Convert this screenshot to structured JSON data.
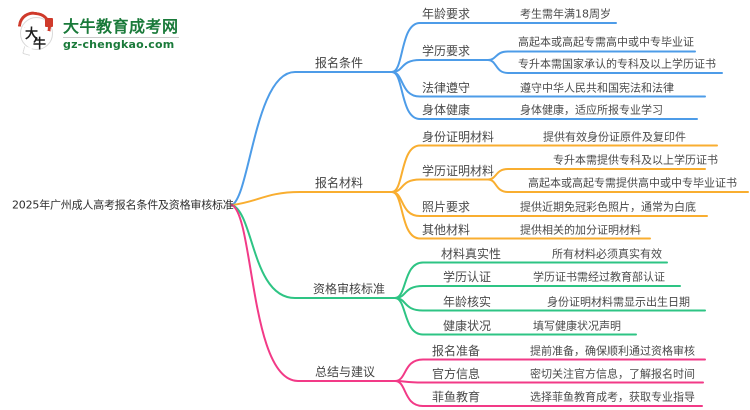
{
  "logo": {
    "title": "大牛教育成考网",
    "url": "gz-chengkao.com",
    "badge_char1": "大",
    "badge_char2": "牛"
  },
  "root": {
    "title": "2025年广州成人高考报名条件及资格审核标准"
  },
  "colors": {
    "blue": "#4d9ce8",
    "orange": "#f9ae30",
    "green": "#2ec484",
    "pink": "#f23a87",
    "brand": "#1a7a3a",
    "logo_red": "#cf3a2b"
  },
  "branches": [
    {
      "label": "报名条件",
      "color": "#4d9ce8",
      "children": [
        {
          "label": "年龄要求",
          "leaves": [
            "考生需年满18周岁"
          ]
        },
        {
          "label": "学历要求",
          "leaves": [
            "高起本或高起专需高中或中专毕业证",
            "专升本需国家承认的专科及以上学历证书"
          ]
        },
        {
          "label": "法律遵守",
          "leaves": [
            "遵守中华人民共和国宪法和法律"
          ]
        },
        {
          "label": "身体健康",
          "leaves": [
            "身体健康，适应所报专业学习"
          ]
        }
      ]
    },
    {
      "label": "报名材料",
      "color": "#f9ae30",
      "children": [
        {
          "label": "身份证明材料",
          "leaves": [
            "提供有效身份证原件及复印件"
          ]
        },
        {
          "label": "学历证明材料",
          "leaves": [
            "专升本需提供专科及以上学历证书",
            "高起本或高起专需提供高中或中专毕业证书"
          ]
        },
        {
          "label": "照片要求",
          "leaves": [
            "提供近期免冠彩色照片，通常为白底"
          ]
        },
        {
          "label": "其他材料",
          "leaves": [
            "提供相关的加分证明材料"
          ]
        }
      ]
    },
    {
      "label": "资格审核标准",
      "color": "#2ec484",
      "children": [
        {
          "label": "材料真实性",
          "leaves": [
            "所有材料必须真实有效"
          ]
        },
        {
          "label": "学历认证",
          "leaves": [
            "学历证书需经过教育部认证"
          ]
        },
        {
          "label": "年龄核实",
          "leaves": [
            "身份证明材料需显示出生日期"
          ]
        },
        {
          "label": "健康状况",
          "leaves": [
            "填写健康状况声明"
          ]
        }
      ]
    },
    {
      "label": "总结与建议",
      "color": "#f23a87",
      "children": [
        {
          "label": "报名准备",
          "leaves": [
            "提前准备，确保顺利通过资格审核"
          ]
        },
        {
          "label": "官方信息",
          "leaves": [
            "密切关注官方信息，了解报名时间"
          ]
        },
        {
          "label": "菲鱼教育",
          "leaves": [
            "选择菲鱼教育成考，获取专业指导"
          ]
        }
      ]
    }
  ]
}
